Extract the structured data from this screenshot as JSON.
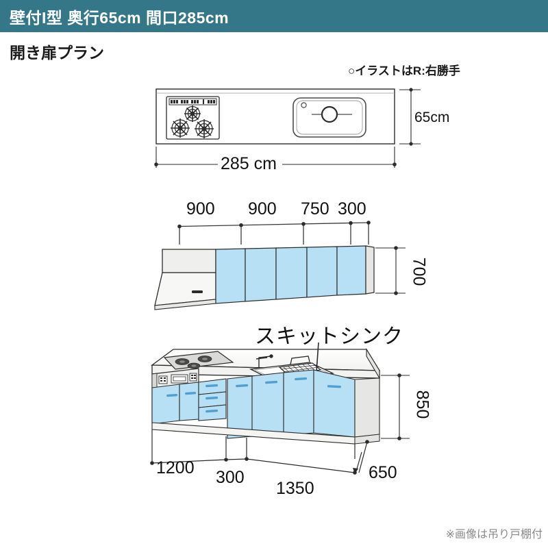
{
  "header": {
    "title": "壁付I型 奥行65cm 間口285cm",
    "background_color": "#337788",
    "text_color": "#ffffff"
  },
  "subtitle": "開き扉プラン",
  "handedness_note": "○イラストはR:右勝手",
  "footnote": "※画像は吊り戸棚付",
  "colors": {
    "teal": "#337788",
    "door_blue": "#b8e0f5",
    "door_blue_shade": "#9ed2ee",
    "cabinet_body": "#efefed",
    "line": "#2b2b2b",
    "gray_text": "#8a8a8a"
  },
  "plan_view": {
    "name": "top-down-plan",
    "depth_label": "65cm",
    "width_label": "285 cm",
    "appliances": [
      {
        "name": "gas-cooktop",
        "burners": 3
      },
      {
        "name": "sink",
        "drain": true
      }
    ]
  },
  "wall_cabinet_view": {
    "top_dimensions": [
      "900",
      "900",
      "750",
      "300"
    ],
    "height_label": "700",
    "door_count": 5,
    "range_hood": "range-hood"
  },
  "base_cabinet_view": {
    "sink_callout": "スキットシンク",
    "height_label": "850",
    "bottom_dimensions": [
      "1200",
      "300",
      "1350",
      "650"
    ]
  },
  "chart_data": {
    "type": "table",
    "title": "壁付I型 奥行65cm 間口285cm 開き扉プラン",
    "plan_overall_width_cm": 285,
    "plan_depth_cm": 65,
    "wall_cabinet_segments_mm": [
      900,
      900,
      750,
      300
    ],
    "wall_cabinet_height_mm": 700,
    "base_cabinet_height_mm": 850,
    "base_cabinet_segments_mm": [
      1200,
      300,
      1350
    ],
    "base_cabinet_depth_mm": 650
  }
}
